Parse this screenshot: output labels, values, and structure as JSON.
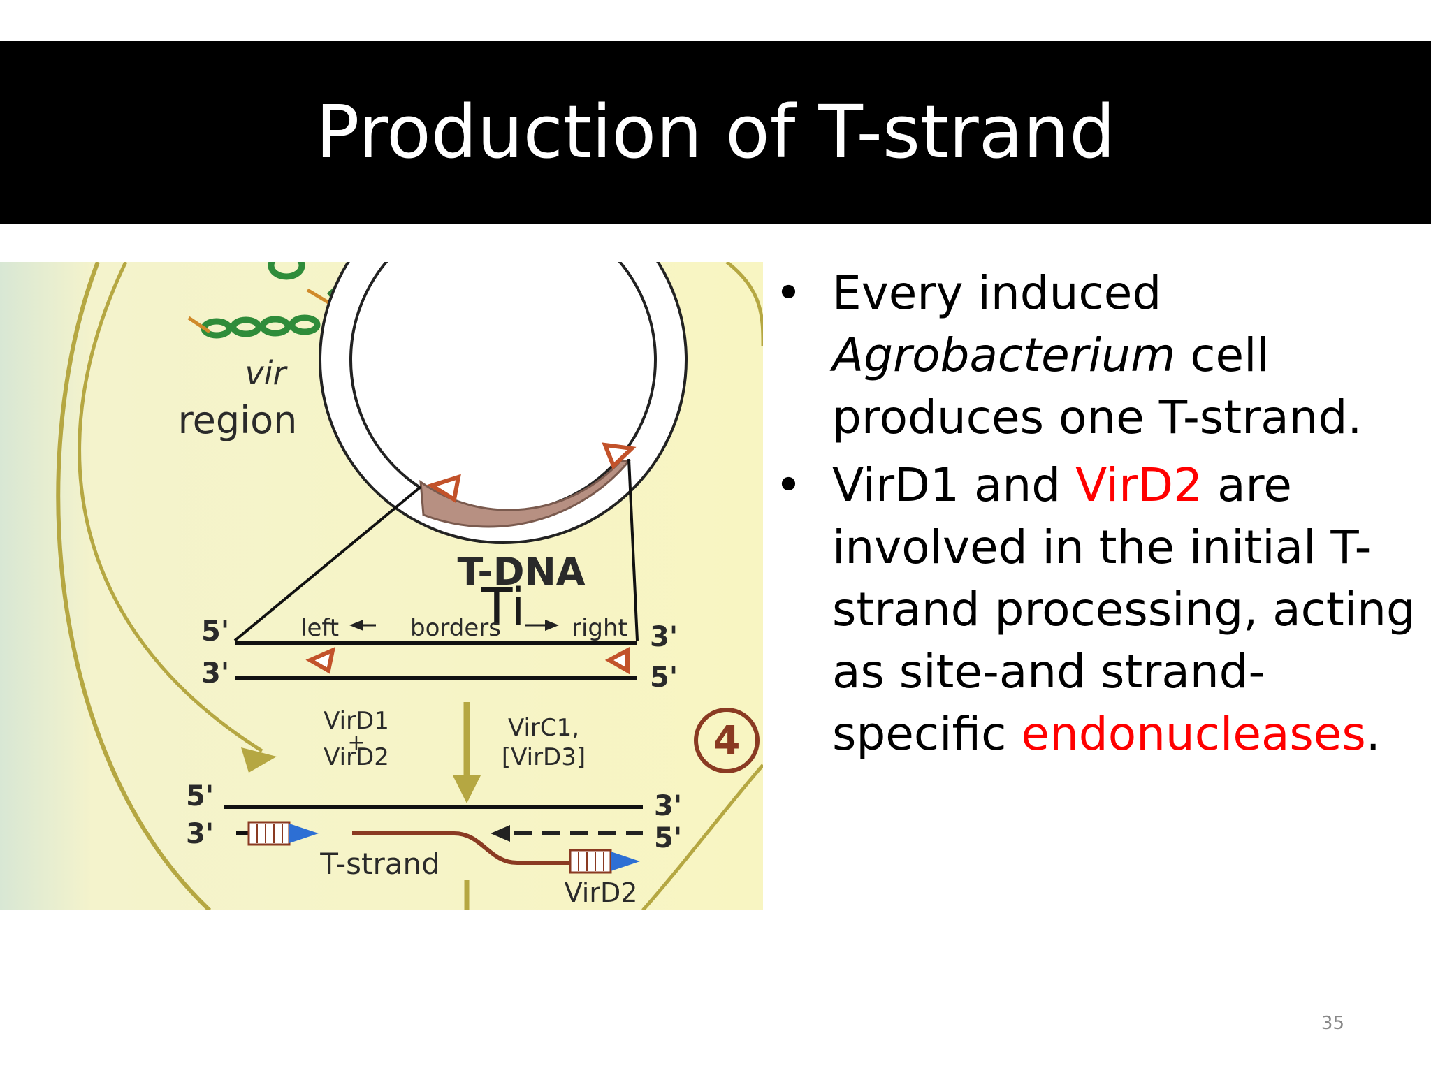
{
  "slide": {
    "title": "Production of T-strand",
    "page_number": "35",
    "colors": {
      "title_bar": "#000000",
      "title_text": "#ffffff",
      "highlight": "#ff0000"
    }
  },
  "figure": {
    "ti_label": "Ti",
    "vir_label": "vir",
    "region_label": "region",
    "tdna_label": "T-DNA",
    "left_label": "left",
    "borders_label": "borders",
    "right_label": "right",
    "top_five": "5'",
    "top_three": "3'",
    "top_three_right": "3'",
    "top_five_right": "5'",
    "virD1": "VirD1",
    "plus": "+",
    "virD2_top": "VirD2",
    "virC1": "VirC1,",
    "virD3": "[VirD3]",
    "step_number": "4",
    "bottom_five_left": "5'",
    "bottom_three_left": "3'",
    "bottom_three_right": "3'",
    "bottom_five_right": "5'",
    "tstrand_label": "T-strand",
    "virD2_bottom": "VirD2",
    "colors": {
      "background": "#f7f4c4",
      "green": "#2f8c3a",
      "brown": "#8a3a22",
      "olive": "#b5a742",
      "orange": "#c2522a"
    }
  },
  "bullets": [
    {
      "marker": "•",
      "text_1": "Every induced",
      "italic": "Agrobacterium",
      "text_2": " cell produces one T-strand."
    },
    {
      "marker": "•",
      "part_1": "VirD1 and ",
      "red_1": "VirD2",
      "part_2": " are involved in the initial T-strand processing, acting as site-and strand-specific ",
      "red_2": "endonucleases",
      "part_3": "."
    }
  ]
}
